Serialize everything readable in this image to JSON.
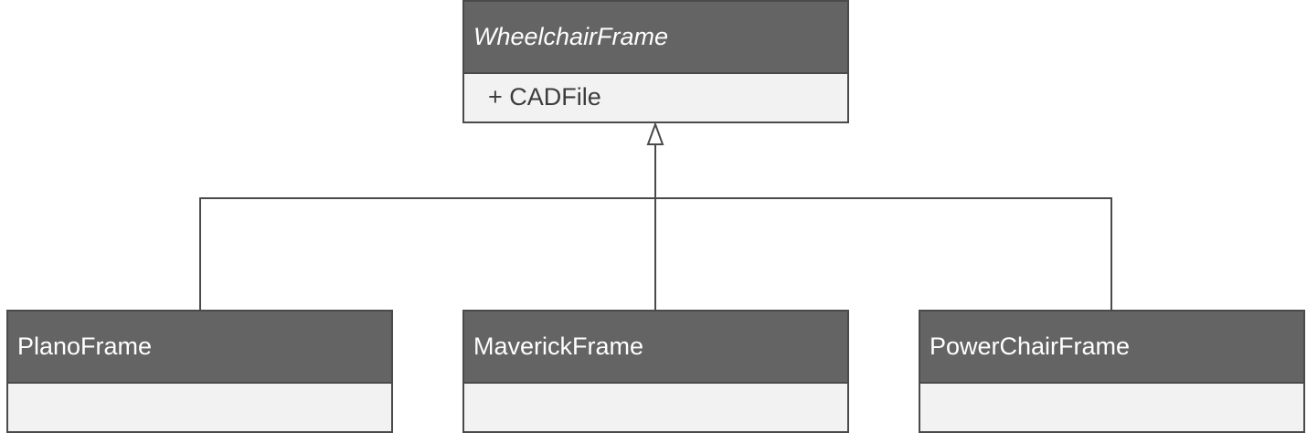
{
  "diagram": {
    "type": "uml-class-diagram",
    "parent": {
      "name": "WheelchairFrame",
      "abstract": true,
      "attributes": [
        "+ CADFile"
      ]
    },
    "children": [
      {
        "name": "PlanoFrame",
        "attributes": []
      },
      {
        "name": "MaverickFrame",
        "attributes": []
      },
      {
        "name": "PowerChairFrame",
        "attributes": []
      }
    ],
    "relationship": "generalization",
    "colors": {
      "header_fill": "#646464",
      "body_fill": "#f2f2f2",
      "border": "#4a4a4a",
      "header_text": "#ffffff",
      "line": "#4a4a4a"
    }
  }
}
